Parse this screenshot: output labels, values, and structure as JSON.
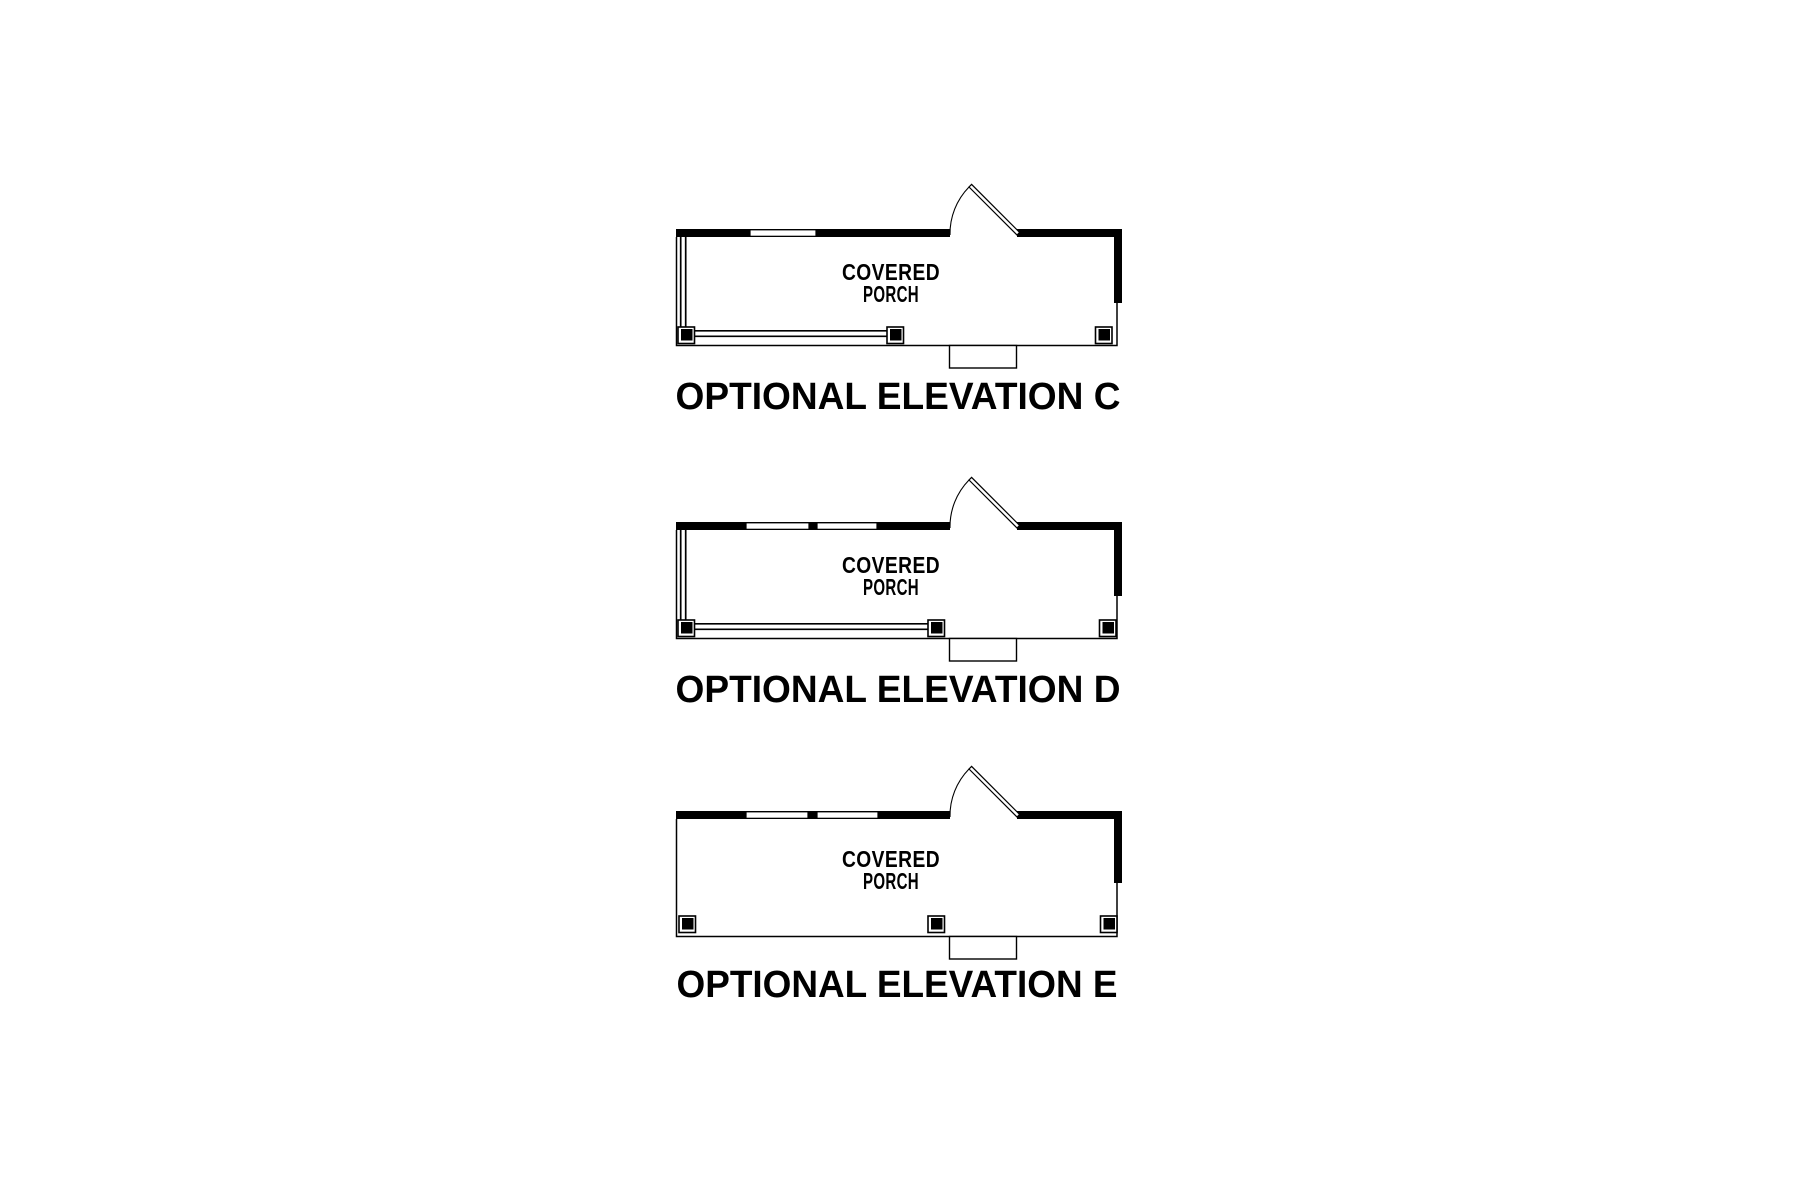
{
  "document": {
    "background_color": "#ffffff",
    "line_color": "#000000",
    "text_color": "#000000"
  },
  "diagrams": [
    {
      "id": "C",
      "porch_label_line1": "COVERED",
      "porch_label_line2": "PORCH",
      "title": "OPTIONAL ELEVATION C"
    },
    {
      "id": "D",
      "porch_label_line1": "COVERED",
      "porch_label_line2": "PORCH",
      "title": "OPTIONAL ELEVATION D"
    },
    {
      "id": "E",
      "porch_label_line1": "COVERED",
      "porch_label_line2": "PORCH",
      "title": "OPTIONAL ELEVATION E"
    }
  ]
}
